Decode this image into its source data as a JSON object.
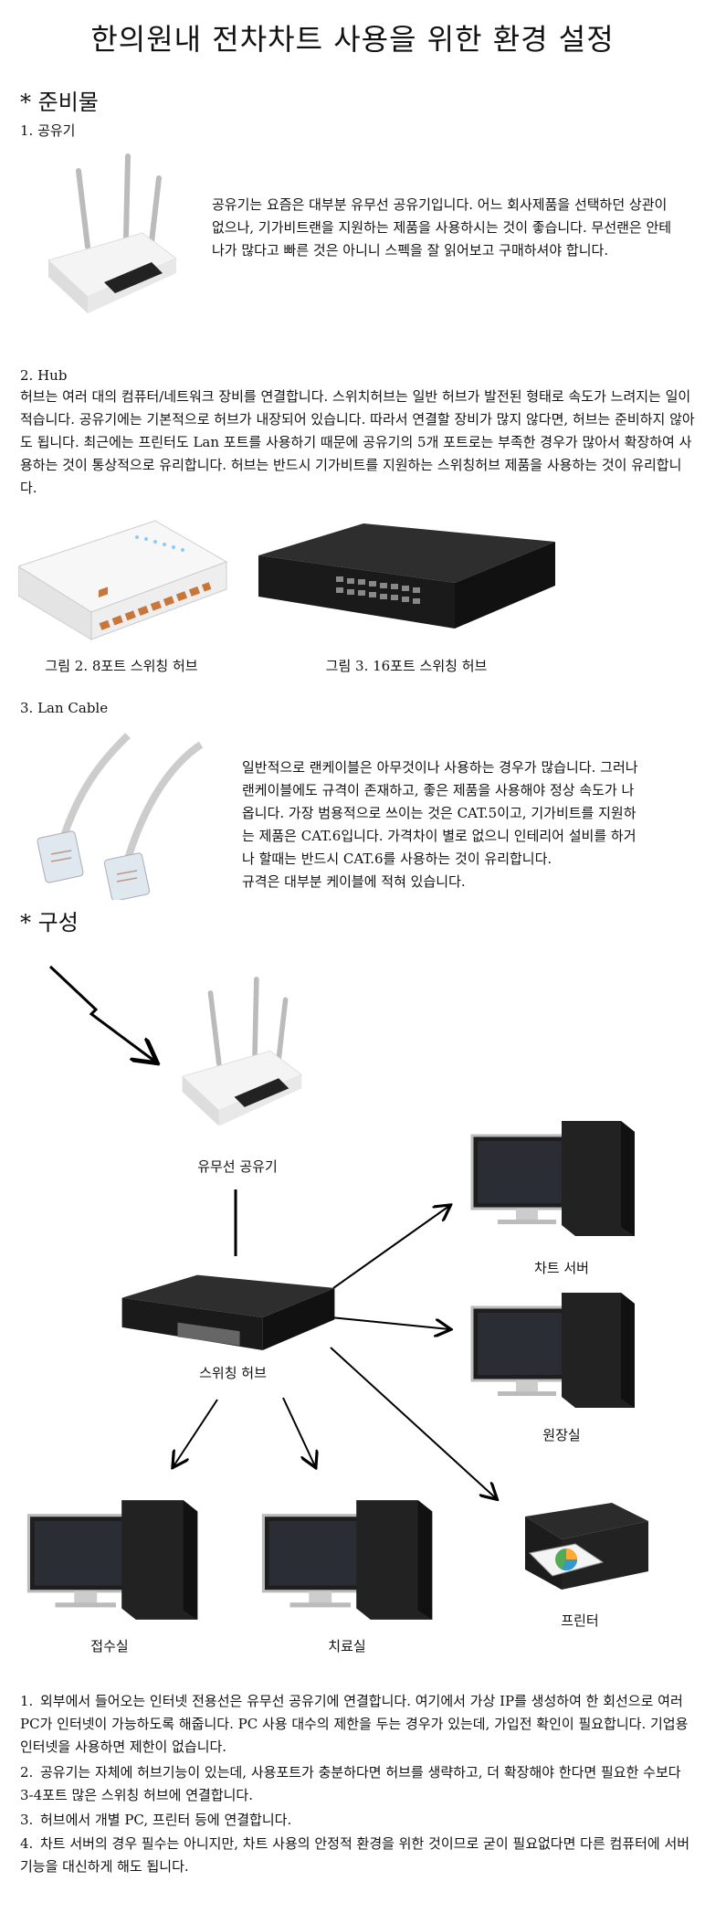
{
  "title": "한의원내 전차차트 사용을 위한 환경 설정",
  "section1": {
    "heading": "* 준비물",
    "router": {
      "label": "1. 공유기",
      "text": "공유기는 요즘은 대부분 유무선 공유기입니다. 어느 회사제품을 선택하던 상관이 없으나, 기가비트랜을 지원하는 제품을 사용하시는 것이 좋습니다. 무선랜은 안테나가 많다고 빠른 것은 아니니 스펙을 잘 읽어보고 구매하셔야 합니다."
    },
    "hub": {
      "label": "2. Hub",
      "text": "허브는 여러 대의 컴퓨터/네트워크 장비를 연결합니다. 스위치허브는 일반 허브가 발전된 형태로 속도가 느려지는 일이 적습니다. 공유기에는 기본적으로 허브가 내장되어 있습니다. 따라서 연결할 장비가 많지 않다면, 허브는 준비하지 않아도 됩니다. 최근에는 프린터도 Lan 포트를 사용하기 때문에 공유기의 5개 포트로는 부족한 경우가 많아서 확장하여 사용하는 것이 통상적으로 유리합니다. 허브는 반드시 기가비트를 지원하는 스위칭허브 제품을 사용하는 것이 유리합니다.",
      "caption1": "그림 2. 8포트 스위칭 허브",
      "caption2": "그림 3. 16포트 스위칭 허브"
    },
    "cable": {
      "label": "3. Lan Cable",
      "lines": [
        "일반적으로 랜케이블은 아무것이나 사용하는 경우가 많습니다. 그러나",
        "랜케이블에도 규격이 존재하고, 좋은 제품을 사용해야 정상 속도가 나",
        "옵니다. 가장 범용적으로 쓰이는 것은 CAT.5이고, 기가비트를 지원하",
        "는 제품은 CAT.6입니다. 가격차이 별로 없으니 인테리어 설비를 하거",
        "나 할때는 반드시 CAT.6를 사용하는 것이 유리합니다.",
        "규격은 대부분 케이블에 적혀 있습니다."
      ]
    }
  },
  "section2": {
    "heading": "* 구성",
    "labels": {
      "router": "유무선 공유기",
      "hub": "스위칭 허브",
      "chart_server": "차트 서버",
      "director": "원장실",
      "reception": "접수실",
      "treatment": "치료실",
      "printer": "프린터"
    }
  },
  "notes": [
    {
      "num": "1.",
      "text": "외부에서 들어오는 인터넷 전용선은 유무선 공유기에 연결합니다. 여기에서 가상 IP를 생성하여 한 회선으로 여러 PC가 인터넷이 가능하도록 해줍니다. PC 사용 대수의 제한을 두는 경우가 있는데, 가입전 확인이 필요합니다. 기업용 인터넷을 사용하면 제한이 없습니다."
    },
    {
      "num": "2.",
      "text": "공유기는 자체에 허브기능이 있는데, 사용포트가 충분하다면 허브를 생략하고, 더 확장해야 한다면 필요한 수보다 3-4포트 많은 스위칭 허브에 연결합니다."
    },
    {
      "num": "3.",
      "text": "허브에서 개별 PC, 프린터 등에 연결합니다."
    },
    {
      "num": "4.",
      "text": "차트 서버의 경우 필수는 아니지만, 차트 사용의 안정적 환경을 위한 것이므로 굳이 필요없다면 다른 컴퓨터에 서버기능을 대신하게 해도 됩니다."
    }
  ]
}
